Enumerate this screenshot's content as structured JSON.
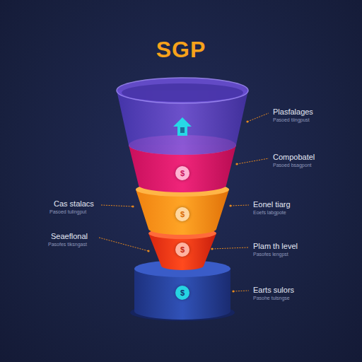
{
  "diagram": {
    "title": "SGP",
    "nodes": [
      {
        "text": [
          "$"
        ]
      },
      {
        "text": [
          "$"
        ]
      },
      {
        "text": [
          "$"
        ]
      },
      {
        "text": [
          "$"
        ]
      }
    ],
    "labels": [
      "Plasfalages",
      "Pasoed tiingpust",
      "Compobatel",
      "Pasoed bsagpont",
      "Cas stalacs",
      "Pasoed tulingput",
      "Eonel tiarg",
      "Eoefs labgpote",
      "Seaeflonal",
      "Pasofes tiksngast",
      "Plam th level",
      "Pasofes lengpst",
      "Earts sulors",
      "Pasohe tulsngse"
    ]
  }
}
